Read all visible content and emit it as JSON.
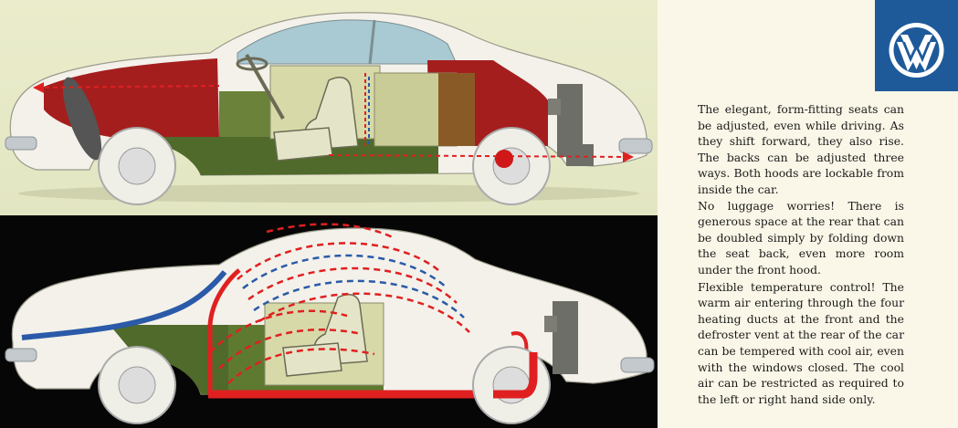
{
  "brand": {
    "logo_text": "VW",
    "logo_bg": "#1e5a9a"
  },
  "paragraphs": [
    "The elegant, form-fitting seats can be adjusted, even while driving. As they shift forward, they also rise. The backs can be adjusted three ways. Both hoods are lockable from inside the car.",
    "No luggage worries! There is generous space at the rear that can be doubled simply by folding down the seat back, even more room under the front hood.",
    "Flexible temperature control! The warm air entering through the four heating ducts at the front and the defroster vent at the rear of the car can be tempered with cool air, even with the windows closed. The cool air can be restricted as required to the left or right hand side only."
  ],
  "colors": {
    "top_panel_bg": "#e6e8c6",
    "bottom_panel_bg": "#060606",
    "luggage_red": "#a51e1e",
    "floor_green": "#4f6a2a",
    "warm_air": "#e02020",
    "cool_air": "#2a5aa8"
  }
}
